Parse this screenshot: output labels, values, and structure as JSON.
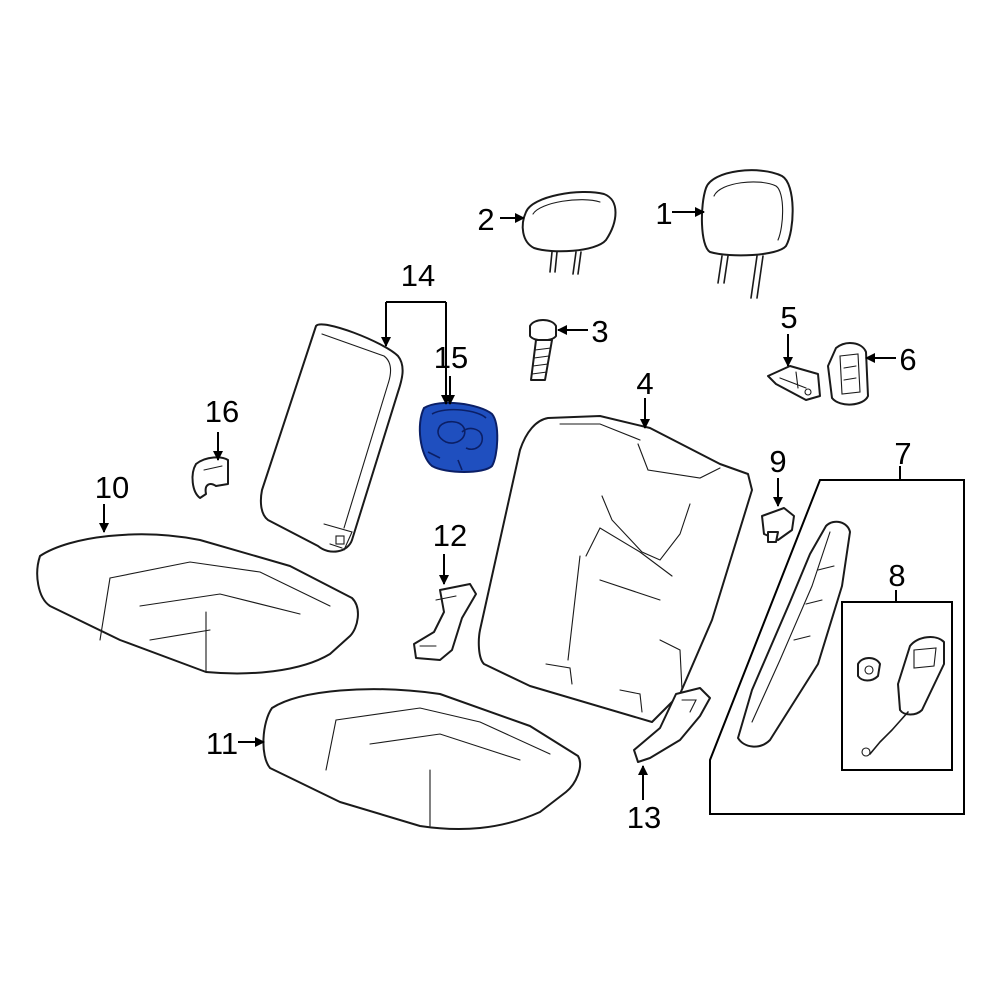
{
  "diagram": {
    "highlight_color": "#1f4fbf",
    "callouts": [
      {
        "id": "1",
        "label": "1"
      },
      {
        "id": "2",
        "label": "2"
      },
      {
        "id": "3",
        "label": "3"
      },
      {
        "id": "4",
        "label": "4"
      },
      {
        "id": "5",
        "label": "5"
      },
      {
        "id": "6",
        "label": "6"
      },
      {
        "id": "7",
        "label": "7"
      },
      {
        "id": "8",
        "label": "8"
      },
      {
        "id": "9",
        "label": "9"
      },
      {
        "id": "10",
        "label": "10"
      },
      {
        "id": "11",
        "label": "11"
      },
      {
        "id": "12",
        "label": "12"
      },
      {
        "id": "13",
        "label": "13"
      },
      {
        "id": "14",
        "label": "14"
      },
      {
        "id": "15",
        "label": "15"
      },
      {
        "id": "16",
        "label": "16"
      }
    ],
    "highlighted_part": "15"
  }
}
